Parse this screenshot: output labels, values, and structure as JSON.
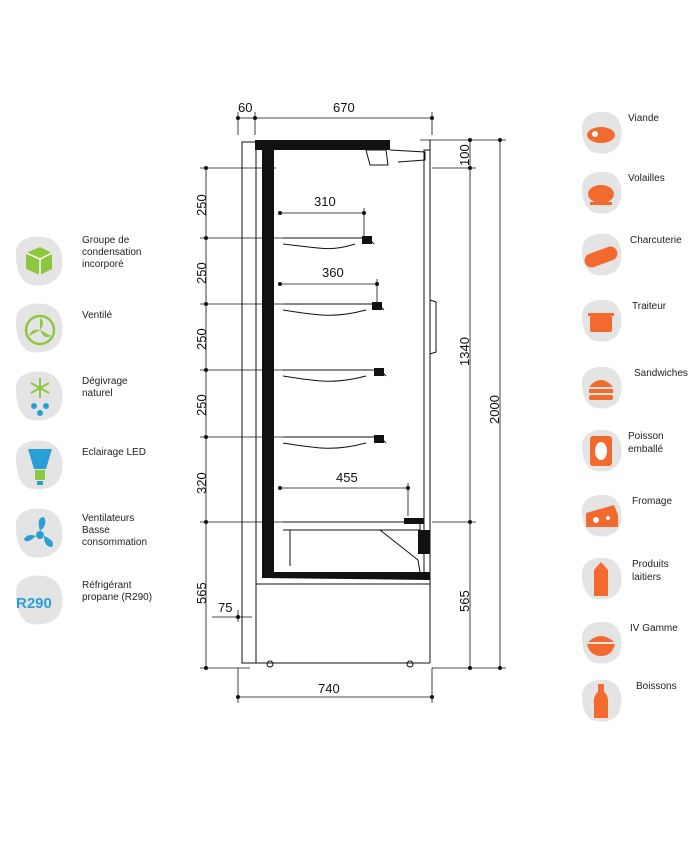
{
  "features": [
    {
      "label": "Groupe de\ncondensation\nincorporé",
      "icon": "box-icon",
      "color": "#8dc63f"
    },
    {
      "label": "Ventilé",
      "icon": "fan-icon",
      "color": "#8dc63f"
    },
    {
      "label": "Dégivrage\nnaturel",
      "icon": "snowflake-drops-icon",
      "color": "#8dc63f"
    },
    {
      "label": "Eclairage LED",
      "icon": "led-bulb-icon",
      "color": "#2a9fd6"
    },
    {
      "label": "Ventilateurs\nBasse\nconsommation",
      "icon": "fan-blue-icon",
      "color": "#2a9fd6"
    },
    {
      "label": "Réfrigérant\npropane (R290)",
      "icon": "r290-icon",
      "color": "#2a9fd6"
    }
  ],
  "products": [
    {
      "label": "Viande",
      "icon": "meat-icon"
    },
    {
      "label": "Volailles",
      "icon": "chicken-icon"
    },
    {
      "label": "Charcuterie",
      "icon": "sausage-icon"
    },
    {
      "label": "Traiteur",
      "icon": "pot-icon"
    },
    {
      "label": "Sandwiches",
      "icon": "burger-icon"
    },
    {
      "label": "Poisson\nemballé",
      "icon": "fish-pack-icon"
    },
    {
      "label": "Fromage",
      "icon": "cheese-icon"
    },
    {
      "label": "Produits\nlaitiers",
      "icon": "milk-carton-icon"
    },
    {
      "label": "IV Gamme",
      "icon": "salad-icon"
    },
    {
      "label": "Boissons",
      "icon": "bottle-icon"
    }
  ],
  "dimensions": {
    "top_left": "60",
    "top_width": "670",
    "shelf1_depth": "310",
    "shelf2_depth": "360",
    "base_depth": "455",
    "left_h1": "250",
    "left_h2": "250",
    "left_h3": "250",
    "left_h4": "250",
    "left_h5": "320",
    "left_base": "565",
    "base_front": "75",
    "bottom_width": "740",
    "right_top": "100",
    "right_display": "1340",
    "right_base": "565",
    "total_height": "2000"
  },
  "colors": {
    "product_accent": "#f26a2e",
    "badge_grey": "#e4e4e4"
  }
}
